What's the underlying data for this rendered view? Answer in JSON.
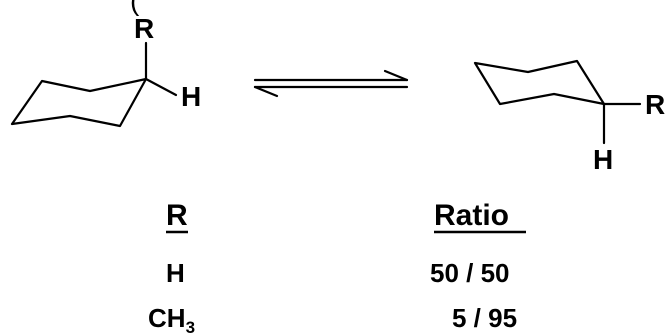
{
  "top_fragment": "(",
  "left_structure": {
    "axial_substituent": "R",
    "equatorial_atom": "H"
  },
  "right_structure": {
    "equatorial_substituent": "R",
    "axial_atom": "H"
  },
  "table": {
    "col1_header": "R",
    "col2_header": "Ratio",
    "rows": [
      {
        "r_main": "H",
        "r_sub": "",
        "ratio": "50 / 50"
      },
      {
        "r_main": "CH",
        "r_sub": "3",
        "ratio": "5 / 95"
      }
    ]
  }
}
